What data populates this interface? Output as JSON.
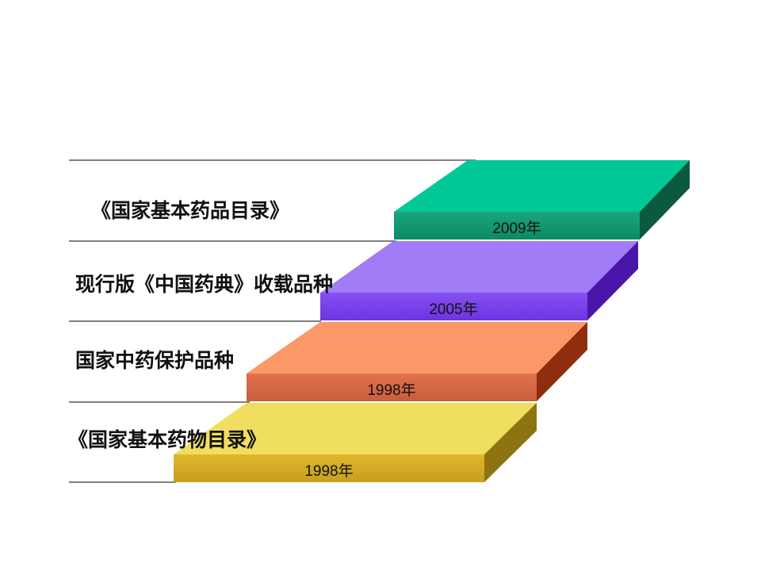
{
  "steps": [
    {
      "label": "《国家基本药物目录》",
      "year": "1998年",
      "colors": {
        "top": "#f0df5e",
        "front_light": "#e0b72e",
        "front_dark": "#c79e1e",
        "side": "#8d7410"
      }
    },
    {
      "label": "国家中药保护品种",
      "year": "1998年",
      "colors": {
        "top": "#fb9868",
        "front_light": "#e0734d",
        "front_dark": "#c95c3c",
        "side": "#8f2d0e"
      }
    },
    {
      "label": "现行版《中国药典》收载品种",
      "year": "2005年",
      "colors": {
        "top": "#a27cf6",
        "front_light": "#8650f2",
        "front_dark": "#6a34e0",
        "side": "#4a16aa"
      }
    },
    {
      "label": "《国家基本药品目录》",
      "year": "2009年",
      "colors": {
        "top": "#00c896",
        "front_light": "#1aa57c",
        "front_dark": "#0b8a66",
        "side": "#0a5a40"
      }
    }
  ]
}
